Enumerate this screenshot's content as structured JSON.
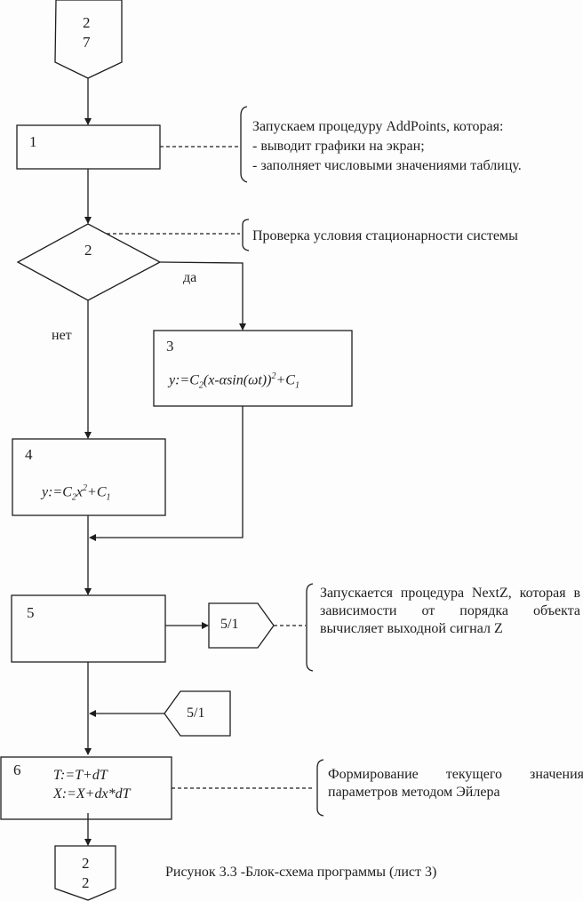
{
  "blocks": {
    "connector_top": {
      "line1": "2",
      "line2": "7"
    },
    "b1": {
      "num": "1"
    },
    "b2": {
      "num": "2",
      "yes": "да",
      "no": "нет"
    },
    "b3": {
      "num": "3"
    },
    "b4": {
      "num": "4"
    },
    "b5": {
      "num": "5"
    },
    "offpage_out": {
      "label": "5/1"
    },
    "offpage_in": {
      "label": "5/1"
    },
    "b6": {
      "num": "6",
      "line1": "T:=T+dT",
      "line2": "X:=X+dx*dT"
    },
    "connector_bottom": {
      "line1": "2",
      "line2": "2"
    }
  },
  "formulas": {
    "b3": {
      "a": "y:=C",
      "s1": "2",
      "b": "(x-αsin(ωt))",
      "s2": "2",
      "c": "+C",
      "s3": "1"
    },
    "b4": {
      "a": "y:=C",
      "s1": "2",
      "b": "x",
      "s2": "2",
      "c": "+C",
      "s3": "1"
    }
  },
  "comments": {
    "c1": [
      "Запускаем процедуру AddPoints, которая:",
      "- выводит графики на экран;",
      "- заполняет числовыми значениями таблицу."
    ],
    "c2": "Проверка условия стационарности системы",
    "c5": "Запускается процедура NextZ, которая в зависимости от порядка объекта вычисляет выходной сигнал Z",
    "c6": "Формирование текущего значения параметров методом Эйлера"
  },
  "caption": "Рисунок 3.3 -Блок-схема программы (лист 3)"
}
